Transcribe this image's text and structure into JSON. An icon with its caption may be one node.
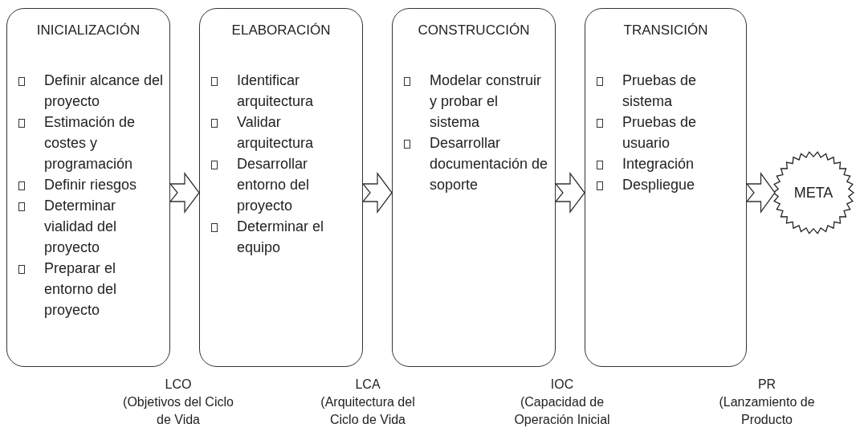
{
  "diagram": {
    "nodes": [
      {
        "text": [
          "INICIALIZACIÓN",
          "Definir alcance del proyecto",
          "Estimación de costes y programación",
          "Definir riesgos",
          "Determinar vialidad del proyecto",
          "Preparar el entorno del proyecto"
        ]
      },
      {
        "text": [
          "ELABORACIÓN",
          "Identificar arquitectura",
          "Validar arquitectura",
          "Desarrollar entorno del proyecto",
          "Determinar el equipo"
        ]
      },
      {
        "text": [
          "CONSTRUCCIÓN",
          "Modelar construir y probar el sistema",
          "Desarrollar documentación de soporte"
        ]
      },
      {
        "text": [
          "TRANSICIÓN",
          "Pruebas de sistema",
          "Pruebas de usuario",
          "Integración",
          "Despliegue"
        ]
      },
      {
        "text": [
          "META"
        ]
      }
    ],
    "edges": [
      {
        "from": 0,
        "to": 1,
        "arrow": "to"
      },
      {
        "from": 1,
        "to": 2,
        "arrow": "to"
      },
      {
        "from": 2,
        "to": 3,
        "arrow": "to"
      },
      {
        "from": 3,
        "to": 4,
        "arrow": "to"
      }
    ],
    "labels": [
      "LCO",
      "(Objetivos del Ciclo de Vida",
      "LCA",
      "(Arquitectura del Ciclo de Vida",
      "IOC",
      "(Capacidad de Operación Inicial",
      "PR",
      "(Lanzamiento de Producto"
    ]
  }
}
